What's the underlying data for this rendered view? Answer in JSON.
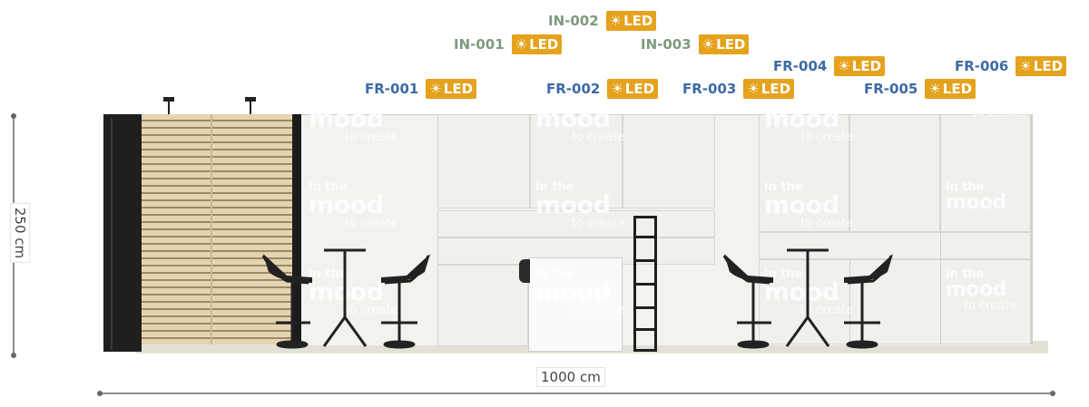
{
  "labels": [
    {
      "code": "IN-002",
      "kind": "in",
      "led": "LED"
    },
    {
      "code": "IN-001",
      "kind": "in",
      "led": "LED"
    },
    {
      "code": "IN-003",
      "kind": "in",
      "led": "LED"
    },
    {
      "code": "FR-004",
      "kind": "fr",
      "led": "LED"
    },
    {
      "code": "FR-006",
      "kind": "fr",
      "led": "LED"
    },
    {
      "code": "FR-001",
      "kind": "fr",
      "led": "LED"
    },
    {
      "code": "FR-002",
      "kind": "fr",
      "led": "LED"
    },
    {
      "code": "FR-003",
      "kind": "fr",
      "led": "LED"
    },
    {
      "code": "FR-005",
      "kind": "fr",
      "led": "LED"
    }
  ],
  "dimensions": {
    "height": "250 cm",
    "width": "1000 cm"
  },
  "watermark": {
    "line1": "in the",
    "line2": "mood",
    "line3": "to create"
  },
  "icons": {
    "led": "sun-icon"
  },
  "colors": {
    "fr": "#3d6aa6",
    "in": "#7e9a7e",
    "led_bg": "#e5a21c",
    "wood": "#e3d1ad",
    "wall": "#f0f0ed"
  }
}
